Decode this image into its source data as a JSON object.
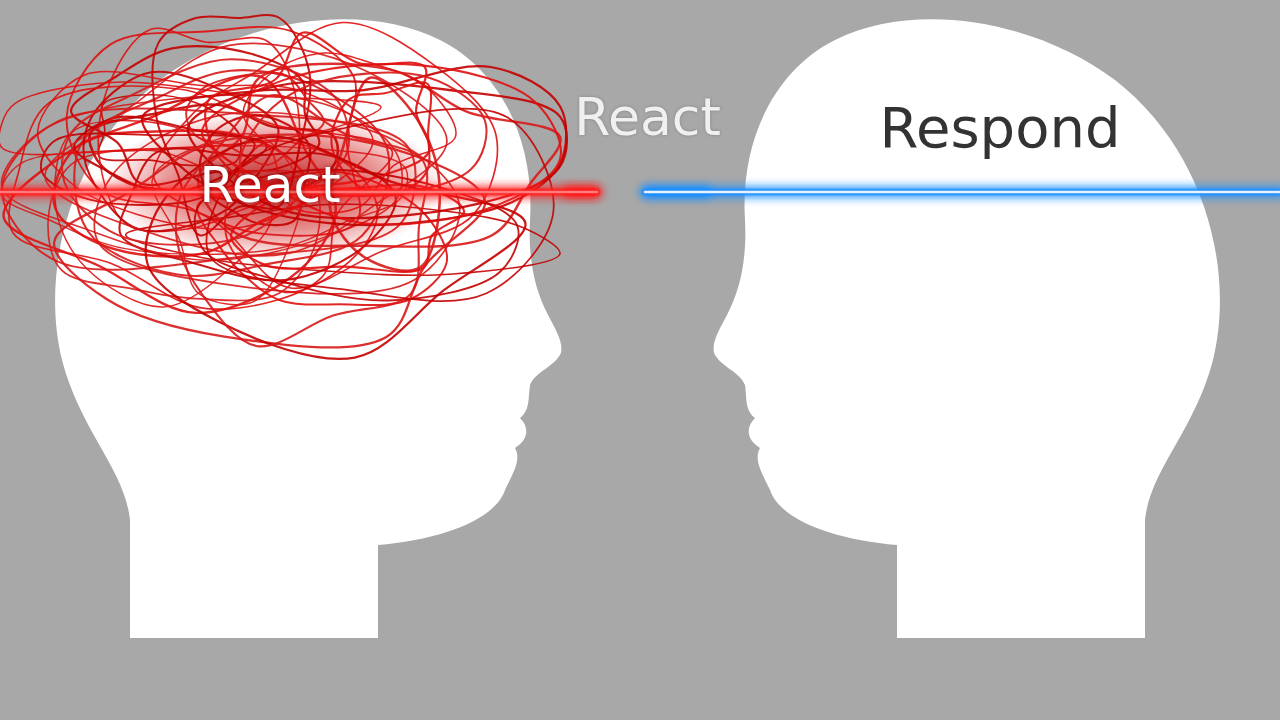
{
  "diagram": {
    "nodes": [
      {
        "text": [
          "React"
        ]
      },
      {
        "text": [
          "Respond"
        ]
      }
    ],
    "edges": [
      {
        "from": 0,
        "to": 1,
        "arrow": "none",
        "label": "React"
      }
    ]
  }
}
